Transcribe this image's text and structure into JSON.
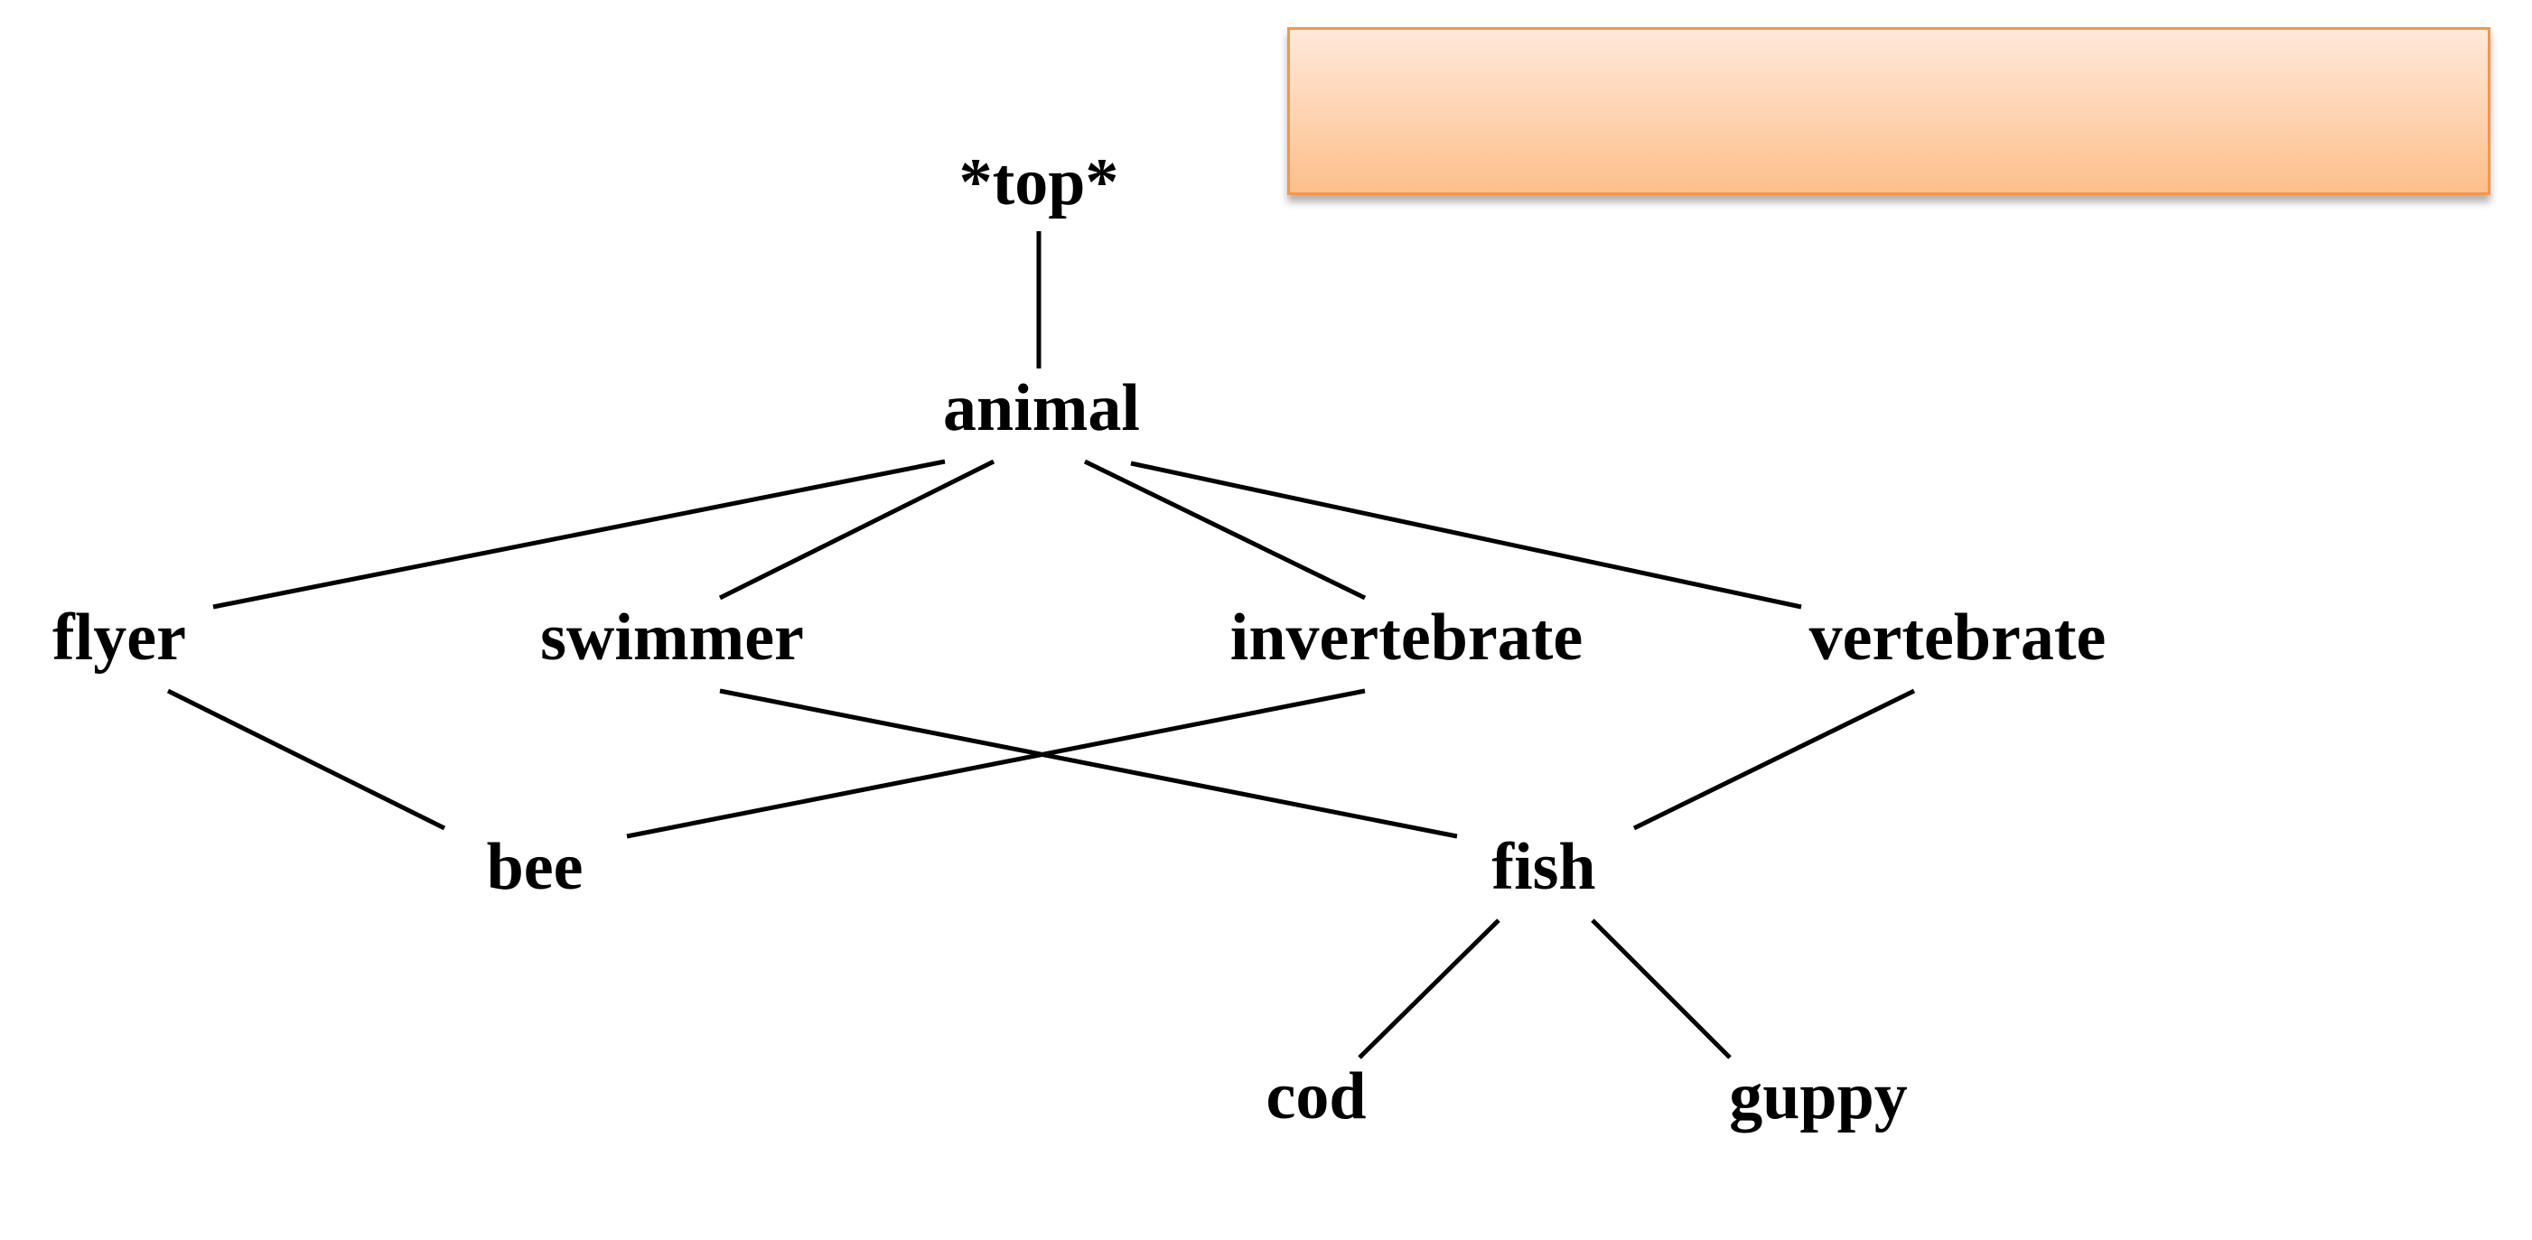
{
  "callout": {
    "text": "",
    "border_color": "#f79646",
    "fill_top": "#fee9da",
    "fill_bottom": "#fdbf8b"
  },
  "nodes": {
    "top": "*top*",
    "animal": "animal",
    "flyer": "flyer",
    "swimmer": "swimmer",
    "invertebrate": "invertebrate",
    "vertebrate": "vertebrate",
    "bee": "bee",
    "fish": "fish",
    "cod": "cod",
    "guppy": "guppy"
  },
  "edges": [
    [
      "top",
      "animal"
    ],
    [
      "animal",
      "flyer"
    ],
    [
      "animal",
      "swimmer"
    ],
    [
      "animal",
      "invertebrate"
    ],
    [
      "animal",
      "vertebrate"
    ],
    [
      "flyer",
      "bee"
    ],
    [
      "invertebrate",
      "bee"
    ],
    [
      "swimmer",
      "fish"
    ],
    [
      "vertebrate",
      "fish"
    ],
    [
      "fish",
      "cod"
    ],
    [
      "fish",
      "guppy"
    ]
  ]
}
